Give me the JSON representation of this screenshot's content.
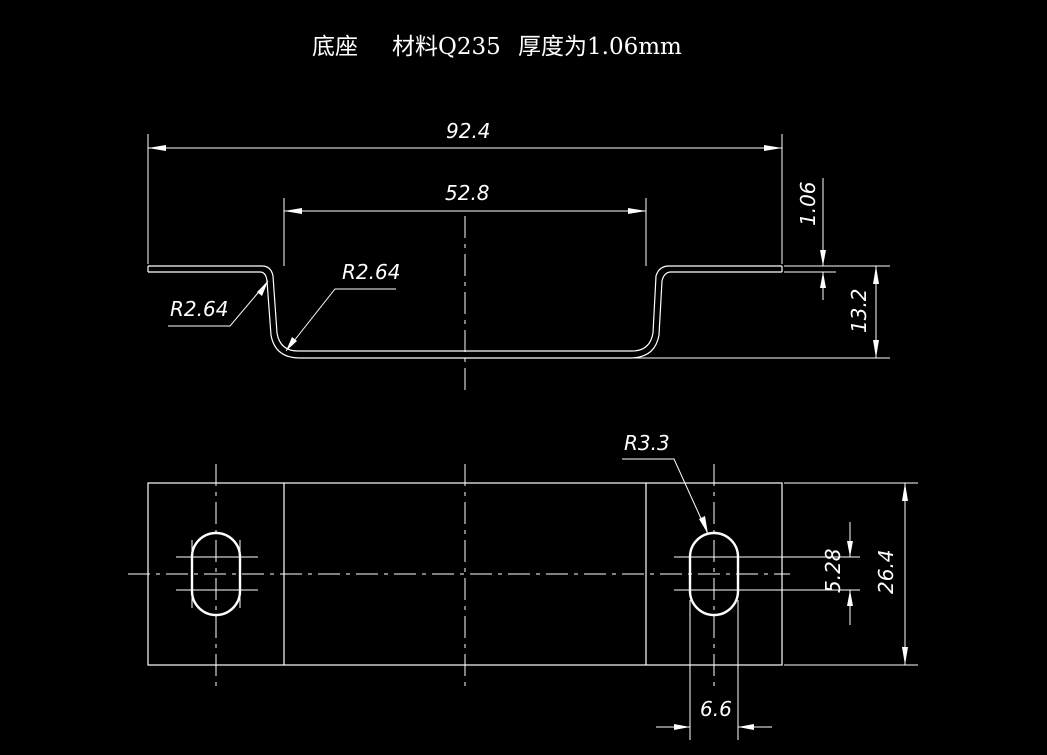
{
  "title": {
    "part_name": "底座",
    "material": "材料Q235",
    "thickness": "厚度为1.06mm"
  },
  "dimensions": {
    "overall_length": "92.4",
    "inner_length": "52.8",
    "thickness": "1.06",
    "depth": "13.2",
    "bend_radius_outer": "R2.64",
    "bend_radius_inner": "R2.64",
    "slot_radius": "R3.3",
    "slot_height": "5.28",
    "overall_width": "26.4",
    "slot_width": "6.6"
  }
}
